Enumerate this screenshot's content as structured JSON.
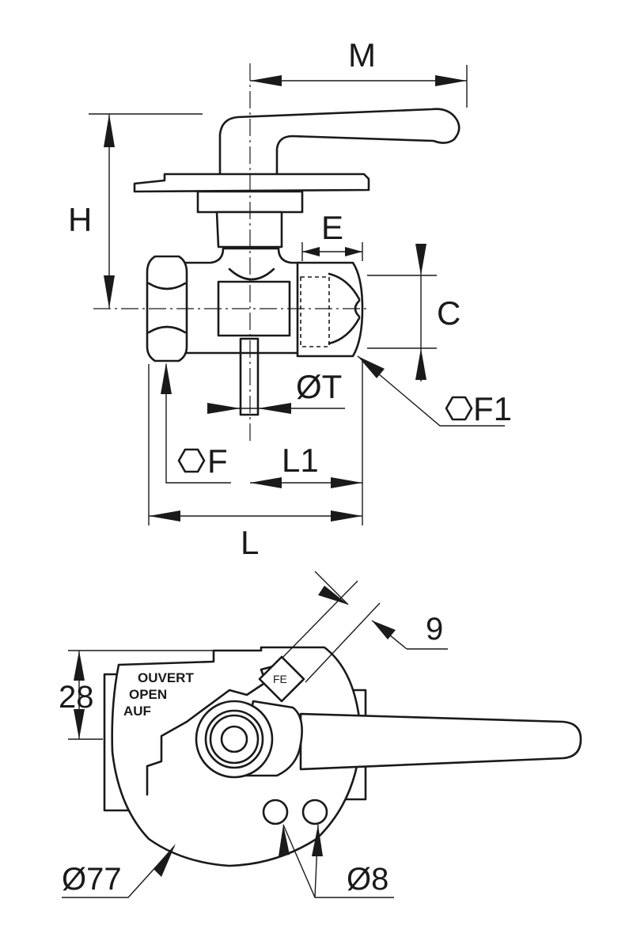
{
  "dimensions": {
    "M": "M",
    "H": "H",
    "E": "E",
    "C": "C",
    "T": "ØT",
    "F1": "F1",
    "F": "F",
    "L1": "L1",
    "L": "L",
    "nine": "9",
    "twenty_eight": "28",
    "d77": "Ø77",
    "d8": "Ø8"
  },
  "plate": {
    "label_fr": "OUVERT",
    "label_en": "OPEN",
    "label_de": "AUF",
    "mark": "FE"
  },
  "icons": [
    "hexagon-icon"
  ]
}
